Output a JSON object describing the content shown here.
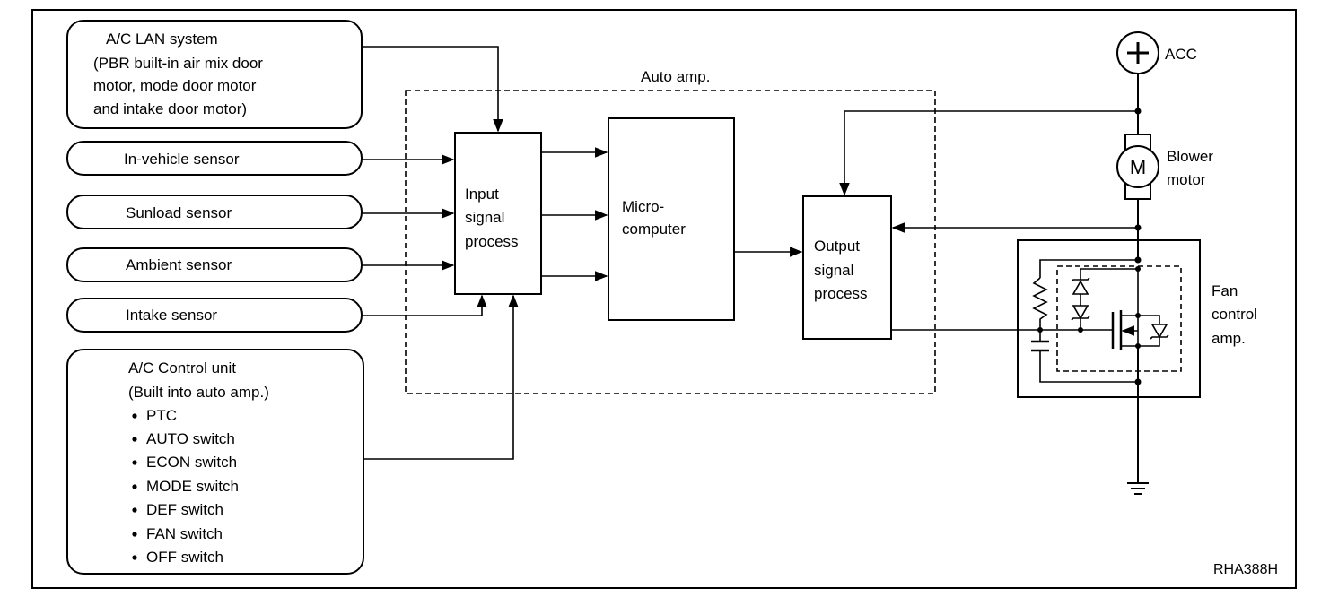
{
  "lan_box": {
    "lines": [
      "A/C LAN system",
      "(PBR built-in air mix door",
      "motor, mode door motor",
      "and intake door motor)"
    ]
  },
  "sensors": [
    "In-vehicle sensor",
    "Sunload sensor",
    "Ambient sensor",
    "Intake sensor"
  ],
  "control_unit": {
    "lines": [
      "A/C Control unit",
      "(Built into auto amp.)"
    ],
    "items": [
      "PTC",
      "AUTO switch",
      "ECON switch",
      "MODE switch",
      "DEF switch",
      "FAN switch",
      "OFF switch"
    ]
  },
  "auto_amp": {
    "label": "Auto amp."
  },
  "input_block": {
    "lines": [
      "Input",
      "signal",
      "process"
    ]
  },
  "micro_block": {
    "lines": [
      "Micro-",
      "computer"
    ]
  },
  "output_block": {
    "lines": [
      "Output",
      "signal",
      "process"
    ]
  },
  "acc": {
    "label": "ACC"
  },
  "blower": {
    "symbol": "M",
    "lines": [
      "Blower",
      "motor"
    ]
  },
  "fan_amp": {
    "lines": [
      "Fan",
      "control",
      "amp."
    ]
  },
  "figure_code": "RHA388H"
}
